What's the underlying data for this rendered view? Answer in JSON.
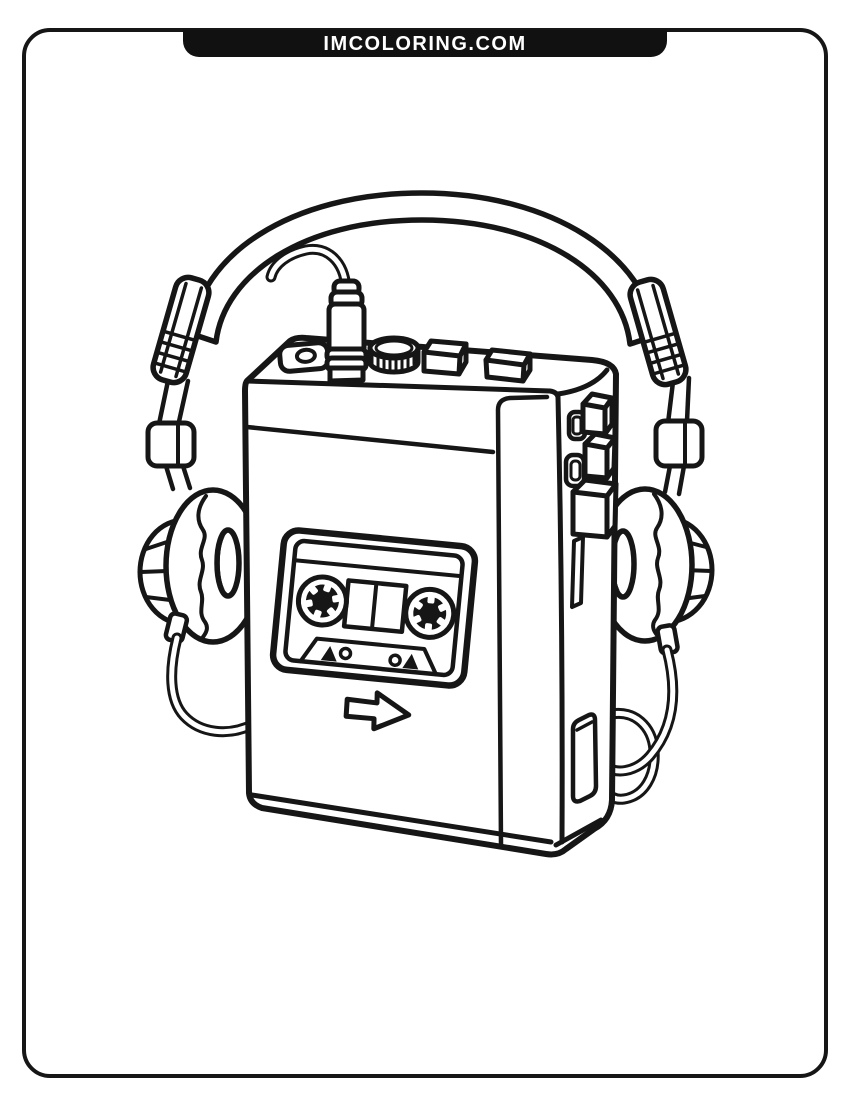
{
  "page": {
    "background_color": "#ffffff",
    "frame_color": "#161616",
    "banner": {
      "text": "IMCOLORING.COM",
      "background_color": "#111111",
      "text_color": "#ffffff"
    }
  },
  "illustration": {
    "subject": "Retro portable cassette player (walkman) with over-ear headphones resting on it",
    "style": "black and white line-art coloring page",
    "line_color": "#161616",
    "fill_color": "#ffffff",
    "elements": [
      "curved headband with adjustable sliders",
      "left and right padded ear cups",
      "headphone plug inserted in top jack",
      "volume knob",
      "two top buttons",
      "three side buttons",
      "cassette window with two tape reels",
      "play direction arrow",
      "looping headphone cables",
      "belt clip recess"
    ]
  }
}
